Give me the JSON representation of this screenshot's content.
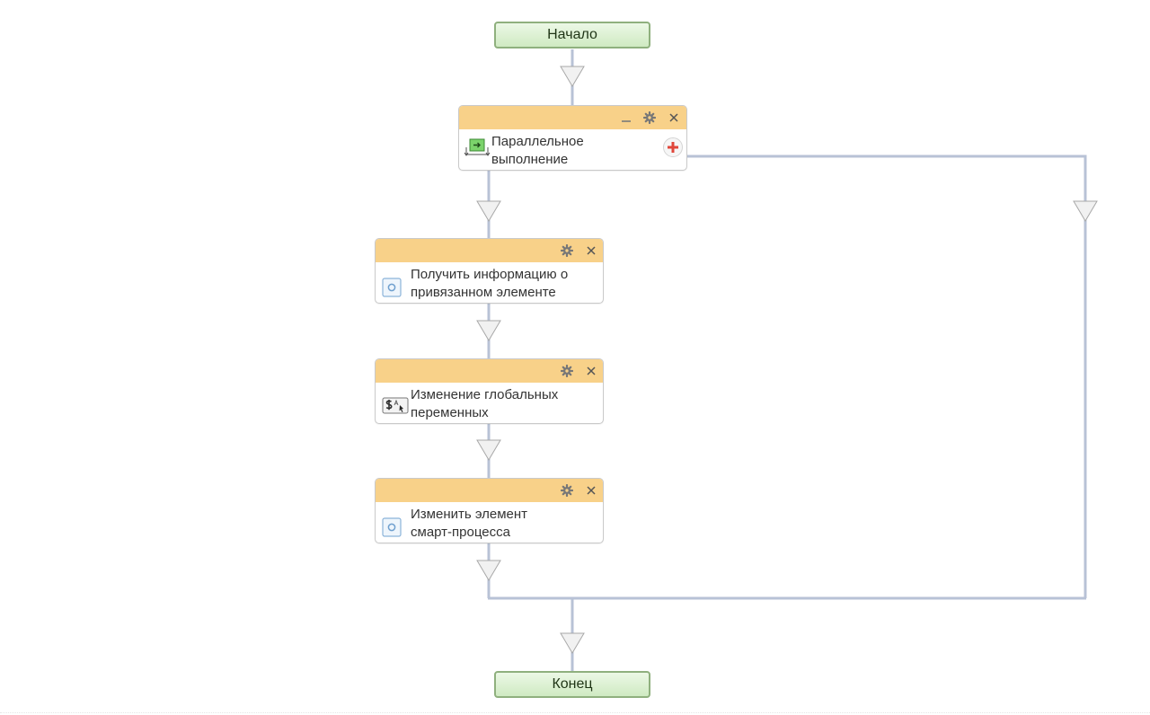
{
  "workflow": {
    "start_label": "Начало",
    "end_label": "Конец",
    "parallel": {
      "title": "Параллельное\nвыполнение",
      "icon": "parallel-icon"
    },
    "activities": [
      {
        "title": "Получить информацию о\nпривязанном элементе",
        "icon": "activity-icon"
      },
      {
        "title": "Изменение глобальных\nпеременных",
        "icon": "global-variables-icon"
      },
      {
        "title": "Изменить элемент\nсмарт-процесса",
        "icon": "activity-icon"
      }
    ]
  },
  "colors": {
    "connector": "#b8c2d6",
    "block_header": "#f8d189",
    "terminal_fill": "#d7efcc",
    "terminal_border": "#8fb07e",
    "add_branch": "#e0463b"
  }
}
